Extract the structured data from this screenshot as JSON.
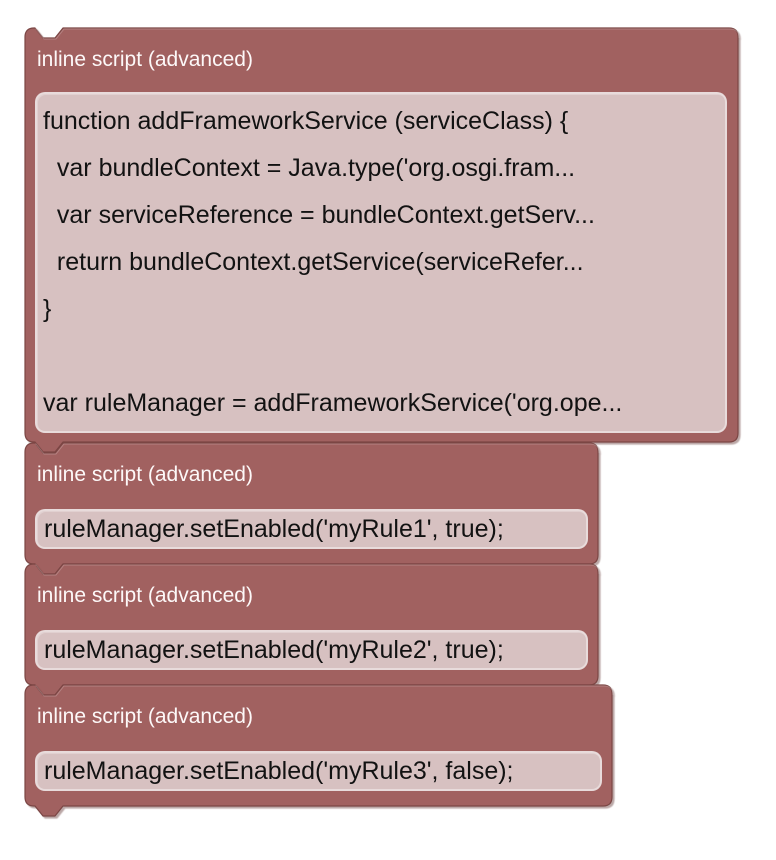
{
  "workspace": {
    "background": "#ffffff",
    "block_type": "inline script (advanced)"
  },
  "colors": {
    "block_fill": "#a16160",
    "block_border": "#7b4644",
    "block_highlight": "#c79c9b",
    "field_background": "#d7c1c1",
    "field_border": "#e5d6d6",
    "header_text": "#fdf8f8",
    "code_text": "#121212",
    "shadow": "#684e3c"
  },
  "blocks": [
    {
      "label": "inline script (advanced)",
      "code": "function addFrameworkService (serviceClass) {\n  var bundleContext = Java.type('org.osgi.fram...\n  var serviceReference = bundleContext.getServ...\n  return bundleContext.getService(serviceRefer...\n}\n\nvar ruleManager = addFrameworkService('org.ope..."
    },
    {
      "label": "inline script (advanced)",
      "code": "ruleManager.setEnabled('myRule1', true);"
    },
    {
      "label": "inline script (advanced)",
      "code": "ruleManager.setEnabled('myRule2', true);"
    },
    {
      "label": "inline script (advanced)",
      "code": "ruleManager.setEnabled('myRule3', false);"
    }
  ]
}
